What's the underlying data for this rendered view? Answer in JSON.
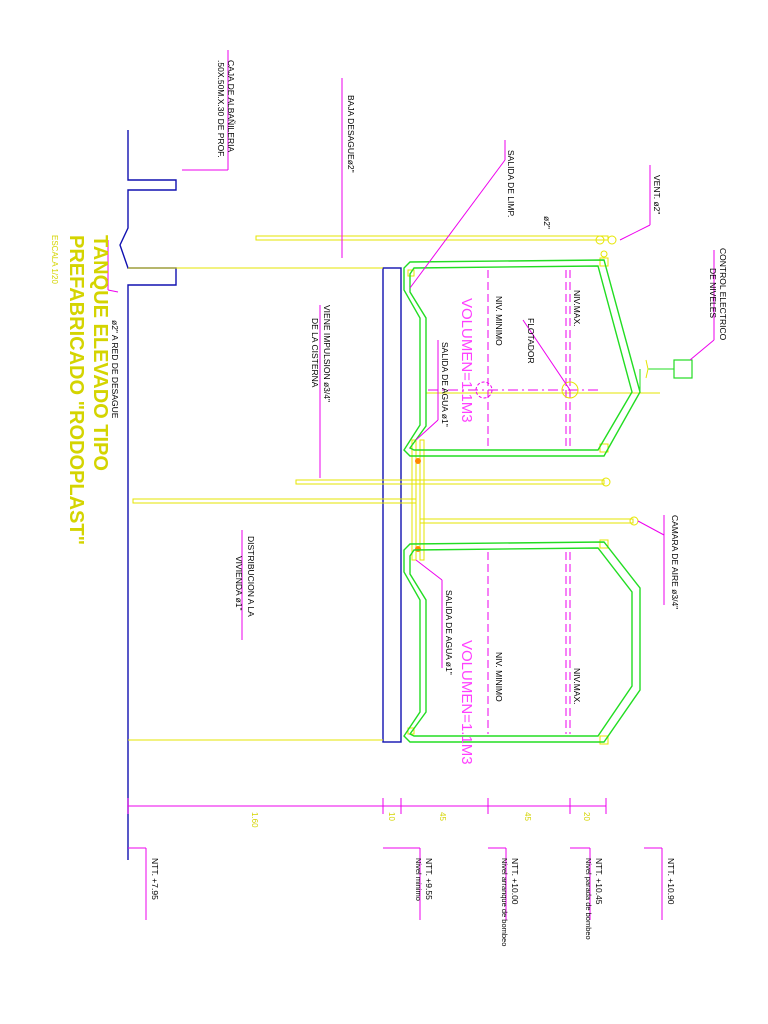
{
  "title": {
    "line1": "TANQUE ELEVADO TIPO",
    "line2": "PREFABRICADO \"RODOPLAST\"",
    "scale": "ESCALA 1/20"
  },
  "labels": {
    "caja": "CAJA DE ALBAÑILERIA",
    "caja2": ".50X.50M.X.30 DE PROF.",
    "baja": "BAJA DESAGUEø2\"",
    "salida_limp": "SALIDA DE LIMP.",
    "diam2": "ø2\"",
    "vent": "VENT. ø2\"",
    "control1": "CONTROL ELECTRICO",
    "control2": "DE NIVELES",
    "nivmax1": "NIV.MAX.",
    "nivmin1": "NIV. MINIMO",
    "flotador": "FLOTADOR",
    "vol1": "VOLUMEN=1.1M3",
    "salida_agua1": "SALIDA DE AGUA ø1\"",
    "viene1": "VIENE IMPULSION ø3/4\"",
    "viene2": "DE LA CISTERNA",
    "red1": "ø2\" A RED DE DESAGUE",
    "camara1": "CAMARA DE AIRE ø3/4\"",
    "distrib1": "DISTRIBUCION A LA",
    "distrib2": "VIVIENDA ø1\"",
    "salida_agua2": "SALIDA DE AGUA ø1\"",
    "nivmin2": "NIV. MINIMO",
    "nivmax2": "NIV.MAX.",
    "vol2": "VOLUMEN=1.1M3"
  },
  "dimensions": {
    "d1": "1.60",
    "d2": "10",
    "d3": "45",
    "d4": "45",
    "d5": "20"
  },
  "levels": [
    {
      "ntt": "NTT. +7.95",
      "desc": ""
    },
    {
      "ntt": "NTT. +9.55",
      "desc": "Nivel minimo"
    },
    {
      "ntt": "NTT. +10.00",
      "desc": "Nivel arranque de bombeo"
    },
    {
      "ntt": "NTT. +10.45",
      "desc": "Nivel parada de bombeo"
    },
    {
      "ntt": "NTT. +10.90",
      "desc": ""
    }
  ],
  "colors": {
    "pipe": "#e6e600",
    "tank": "#22dd22",
    "structure": "#1010b0",
    "annotation": "#ee00ee",
    "fitting": "#ff8800"
  }
}
